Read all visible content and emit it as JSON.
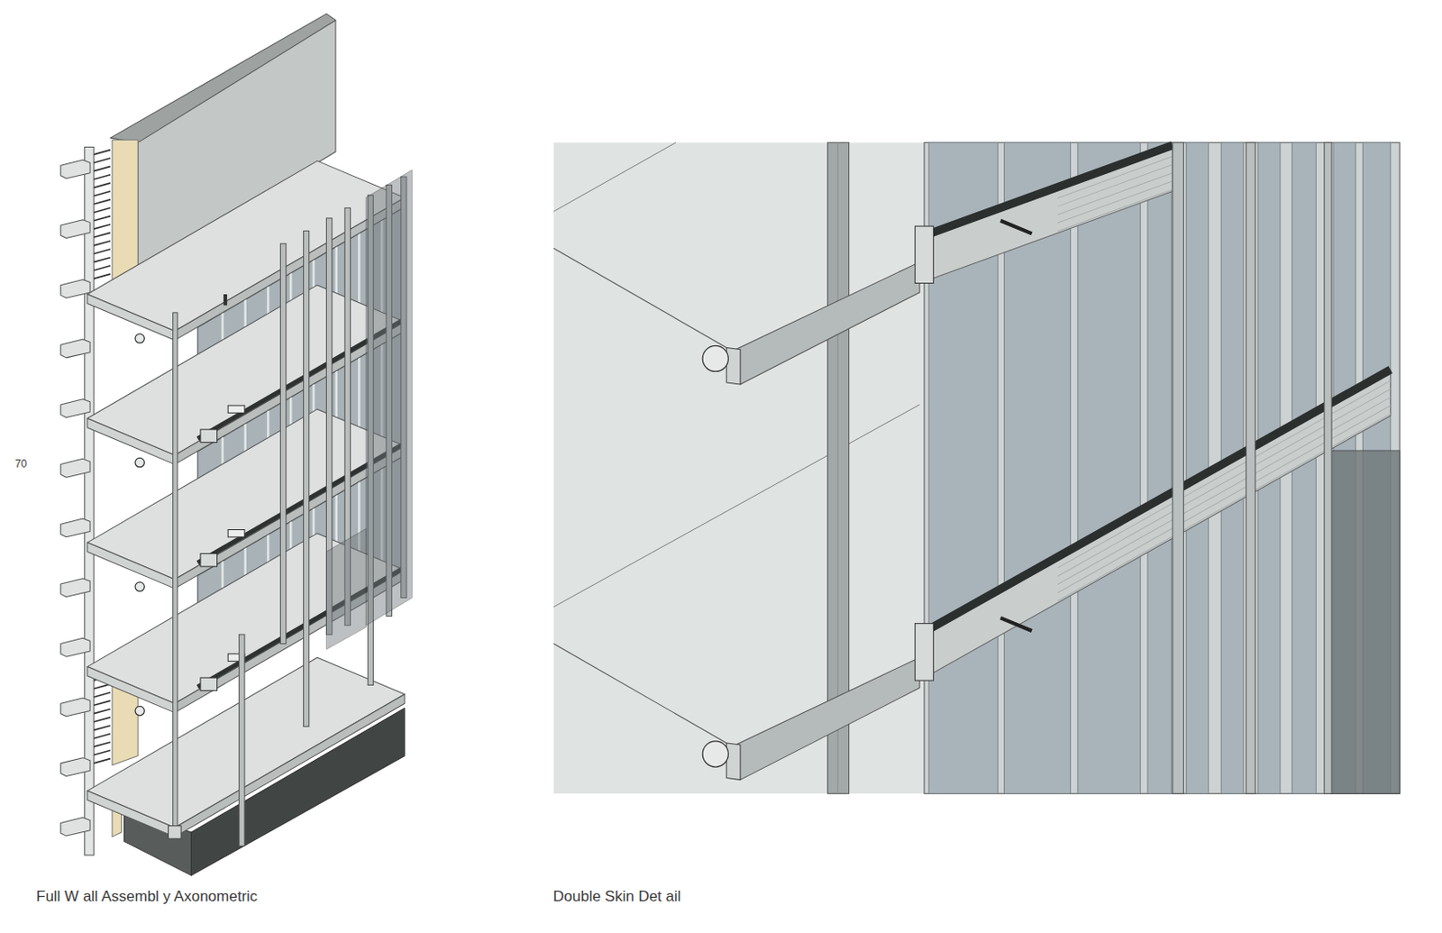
{
  "diagram": {
    "labels": [
      "70",
      "Full W all Assembl y Axonometric",
      "Double Skin Det ail"
    ]
  }
}
